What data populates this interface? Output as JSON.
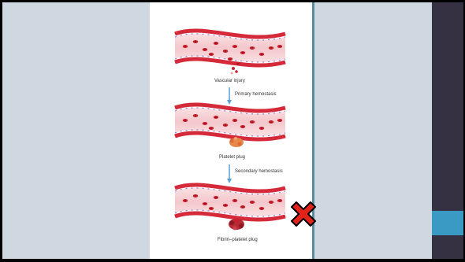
{
  "figure": {
    "labels": {
      "vascular_injury": "Vascular injury",
      "primary_hemostasis": "Primary hemostasis",
      "platelet_plug": "Platelet plug",
      "secondary_hemostasis": "Secondary hemostasis",
      "fibrin_platelet_plug": "Fibrin–platelet plug"
    }
  },
  "colors": {
    "background": "#cfd8e1",
    "dark_strip": "#353042",
    "accent_bar": "#3a9ac3",
    "vessel_wall": "#d42a3a",
    "vessel_lumen": "#f7d4d6",
    "rbc": "#c8202e",
    "arrow": "#5aa0d8",
    "x_mark": "#e2231a"
  },
  "overlay": {
    "icon": "close-x-icon"
  }
}
